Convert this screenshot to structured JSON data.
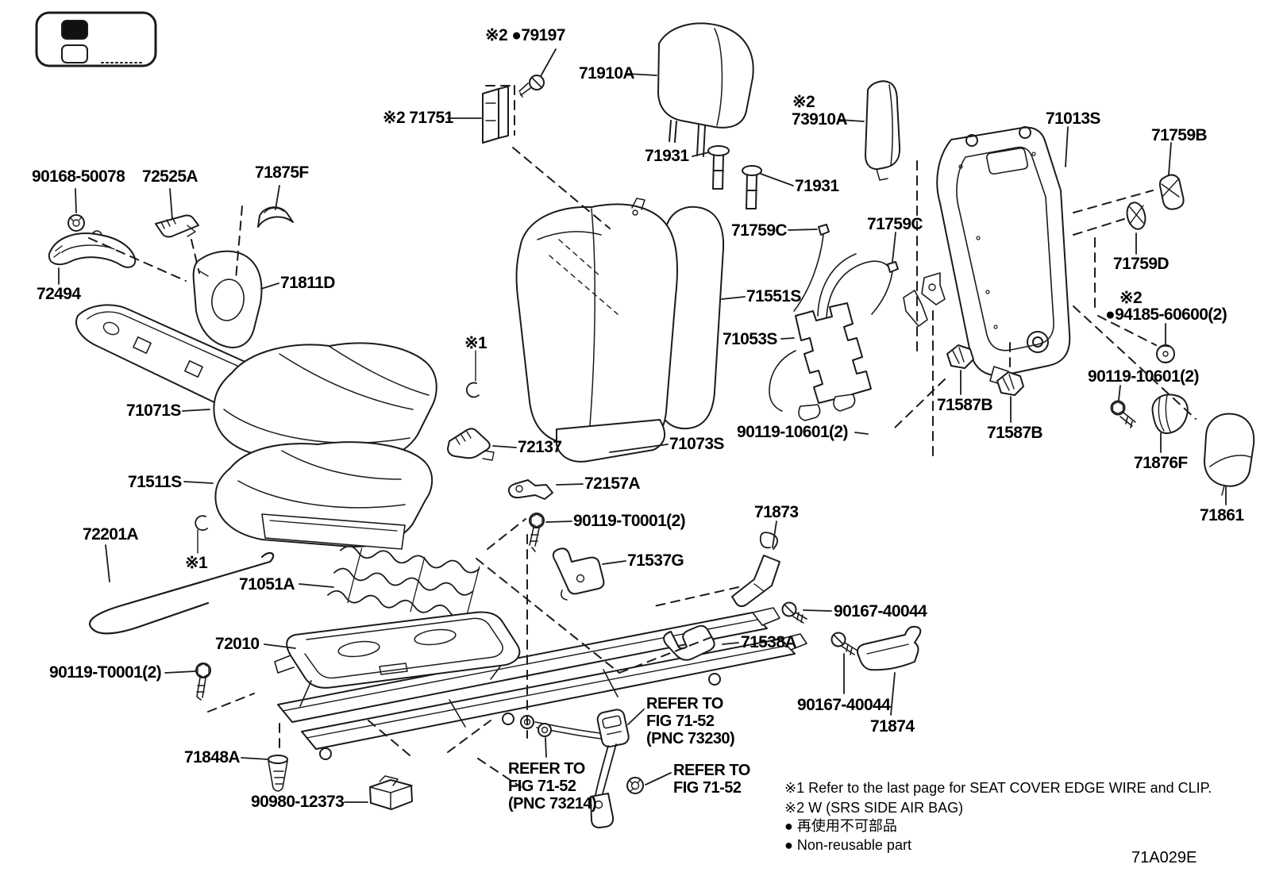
{
  "figure_code": "71A029E",
  "inset": {
    "icon": "vehicle-seat-location",
    "seat_count": 2,
    "filled_seat_index": 0
  },
  "labels": [
    {
      "text": "90168-50078"
    },
    {
      "text": "72525A"
    },
    {
      "text": "71875F"
    },
    {
      "text": "72494"
    },
    {
      "text": "71811D"
    },
    {
      "text": "71071S"
    },
    {
      "text": "71511S"
    },
    {
      "text": "72201A"
    },
    {
      "text": "※1"
    },
    {
      "text": "71051A"
    },
    {
      "text": "72010"
    },
    {
      "text": "90119-T0001(2)"
    },
    {
      "text": "71848A"
    },
    {
      "text": "90980-12373"
    },
    {
      "text": "※2 ●79197"
    },
    {
      "text": "※2 71751"
    },
    {
      "text": "71910A"
    },
    {
      "text": "71931"
    },
    {
      "text": "71931"
    },
    {
      "text": "※2"
    },
    {
      "text": "73910A"
    },
    {
      "text": "71013S"
    },
    {
      "text": "71759B"
    },
    {
      "text": "71759C"
    },
    {
      "text": "71759C"
    },
    {
      "text": "71759D"
    },
    {
      "text": "71551S"
    },
    {
      "text": "71053S"
    },
    {
      "text": "90119-10601(2)"
    },
    {
      "text": "71587B"
    },
    {
      "text": "71587B"
    },
    {
      "text": "※2"
    },
    {
      "text": "●94185-60600(2)"
    },
    {
      "text": "90119-10601(2)"
    },
    {
      "text": "71876F"
    },
    {
      "text": "71861"
    },
    {
      "text": "72137"
    },
    {
      "text": "71073S"
    },
    {
      "text": "72157A"
    },
    {
      "text": "90119-T0001(2)"
    },
    {
      "text": "71537G"
    },
    {
      "text": "71873"
    },
    {
      "text": "90167-40044"
    },
    {
      "text": "71538A"
    },
    {
      "text": "90167-40044"
    },
    {
      "text": "71874"
    },
    {
      "text": "※1"
    }
  ],
  "refer_blocks": [
    {
      "lines": [
        "REFER TO",
        "FIG 71-52",
        "(PNC 73230)"
      ]
    },
    {
      "lines": [
        "REFER TO",
        "FIG 71-52",
        "(PNC 73214)"
      ]
    },
    {
      "lines": [
        "REFER TO",
        "FIG 71-52"
      ]
    }
  ],
  "footnotes": [
    "※1  Refer to the last page for SEAT COVER EDGE WIRE and CLIP.",
    "※2  W (SRS SIDE AIR BAG)",
    "●  再使用不可部品",
    "●  Non-reusable part"
  ]
}
